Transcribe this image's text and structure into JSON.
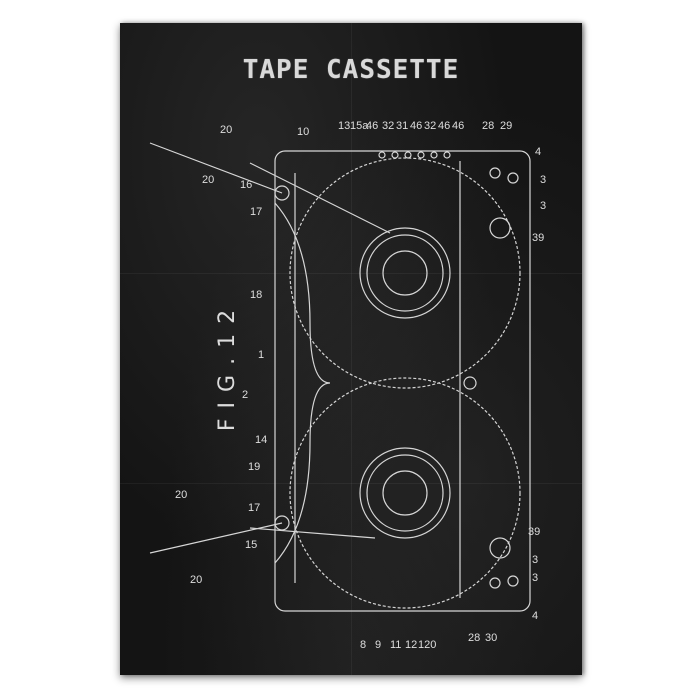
{
  "title": "TAPE CASSETTE",
  "figure_label": "FIG.12",
  "callouts": {
    "top": [
      "10",
      "13",
      "15a",
      "46",
      "32",
      "31",
      "46",
      "32",
      "46",
      "46",
      "28",
      "29"
    ],
    "right_top": [
      "4",
      "3",
      "3",
      "39"
    ],
    "left_top": [
      "20",
      "20",
      "16",
      "17"
    ],
    "left_mid": [
      "18",
      "1",
      "2",
      "14",
      "19"
    ],
    "left_bottom": [
      "20",
      "17",
      "15",
      "20"
    ],
    "right_bottom": [
      "39",
      "3",
      "3",
      "4"
    ],
    "bottom": [
      "8",
      "9",
      "11",
      "12",
      "120",
      "28",
      "30"
    ]
  }
}
